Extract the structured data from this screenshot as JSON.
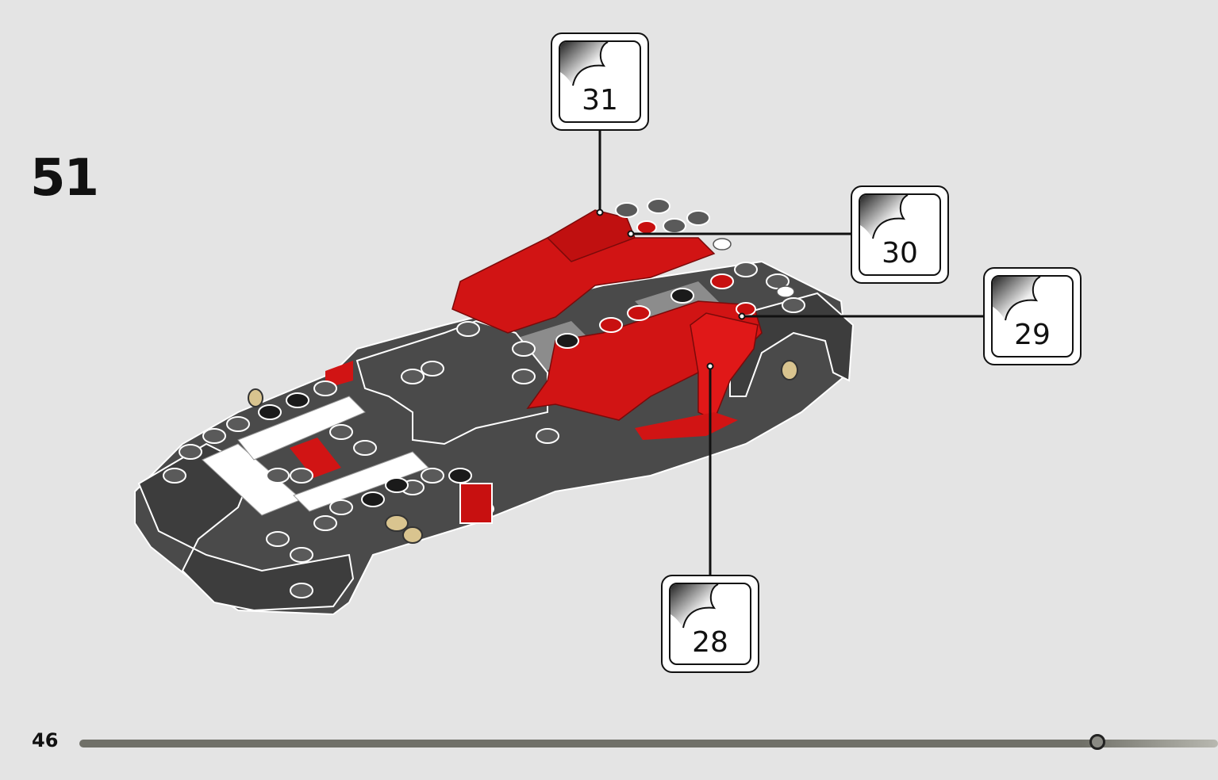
{
  "step": {
    "number": "51"
  },
  "page": {
    "number": "46"
  },
  "progress": {
    "fraction": 0.894
  },
  "callouts": [
    {
      "label": "31"
    },
    {
      "label": "30"
    },
    {
      "label": "29"
    },
    {
      "label": "28"
    }
  ],
  "colors": {
    "background": "#e4e4e4",
    "brick_red": "#d11414",
    "brick_dark_gray": "#4a4a4a",
    "brick_black": "#1a1a1a",
    "brick_white": "#ffffff",
    "brick_tan": "#d9c48f"
  }
}
